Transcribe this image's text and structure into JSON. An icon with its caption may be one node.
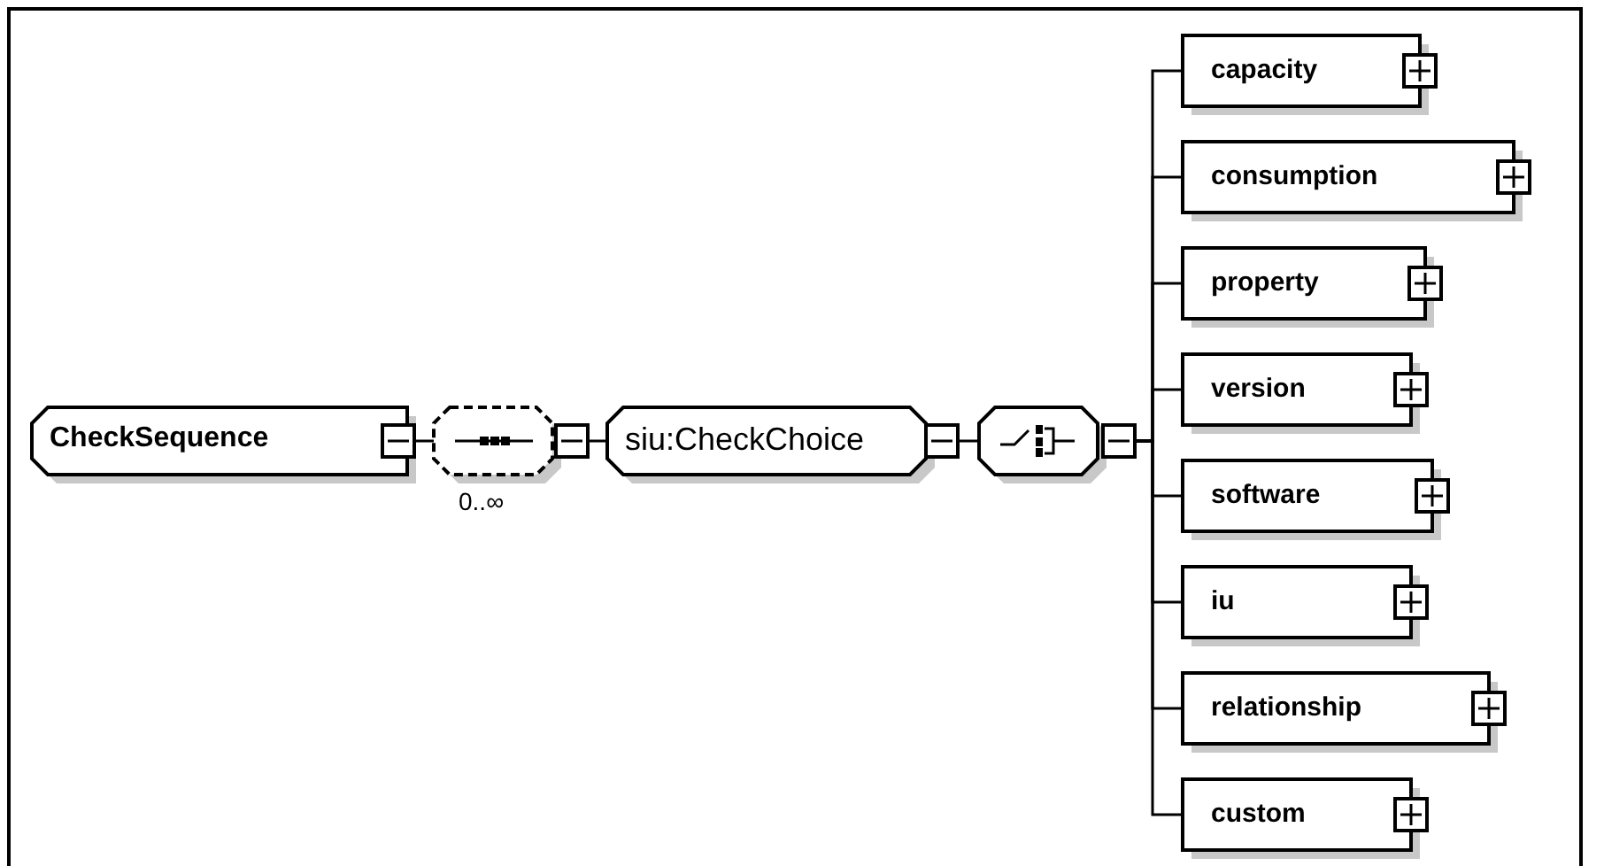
{
  "diagram": {
    "nodes": [
      {
        "text": [
          "CheckSequence"
        ]
      },
      {
        "text": [],
        "shape": "octagon",
        "beside": [
          "0..∞"
        ]
      },
      {
        "text": [
          "siu:CheckChoice"
        ]
      },
      {
        "text": [],
        "shape": "octagon"
      },
      {
        "text": [
          "capacity"
        ]
      },
      {
        "text": [
          "consumption"
        ]
      },
      {
        "text": [
          "property"
        ]
      },
      {
        "text": [
          "version"
        ]
      },
      {
        "text": [
          "software"
        ]
      },
      {
        "text": [
          "iu"
        ]
      },
      {
        "text": [
          "relationship"
        ]
      },
      {
        "text": [
          "custom"
        ]
      }
    ],
    "edges": [
      {
        "from": 0,
        "to": 1,
        "arrow": "none"
      },
      {
        "from": 1,
        "to": 2,
        "arrow": "none"
      },
      {
        "from": 2,
        "to": 3,
        "arrow": "none"
      },
      {
        "from": 3,
        "to": 4,
        "arrow": "none"
      },
      {
        "from": 3,
        "to": 5,
        "arrow": "none"
      },
      {
        "from": 3,
        "to": 6,
        "arrow": "none"
      },
      {
        "from": 3,
        "to": 7,
        "arrow": "none"
      },
      {
        "from": 3,
        "to": 8,
        "arrow": "none"
      },
      {
        "from": 3,
        "to": 9,
        "arrow": "none"
      },
      {
        "from": 3,
        "to": 10,
        "arrow": "none"
      },
      {
        "from": 3,
        "to": 11,
        "arrow": "none"
      }
    ]
  }
}
